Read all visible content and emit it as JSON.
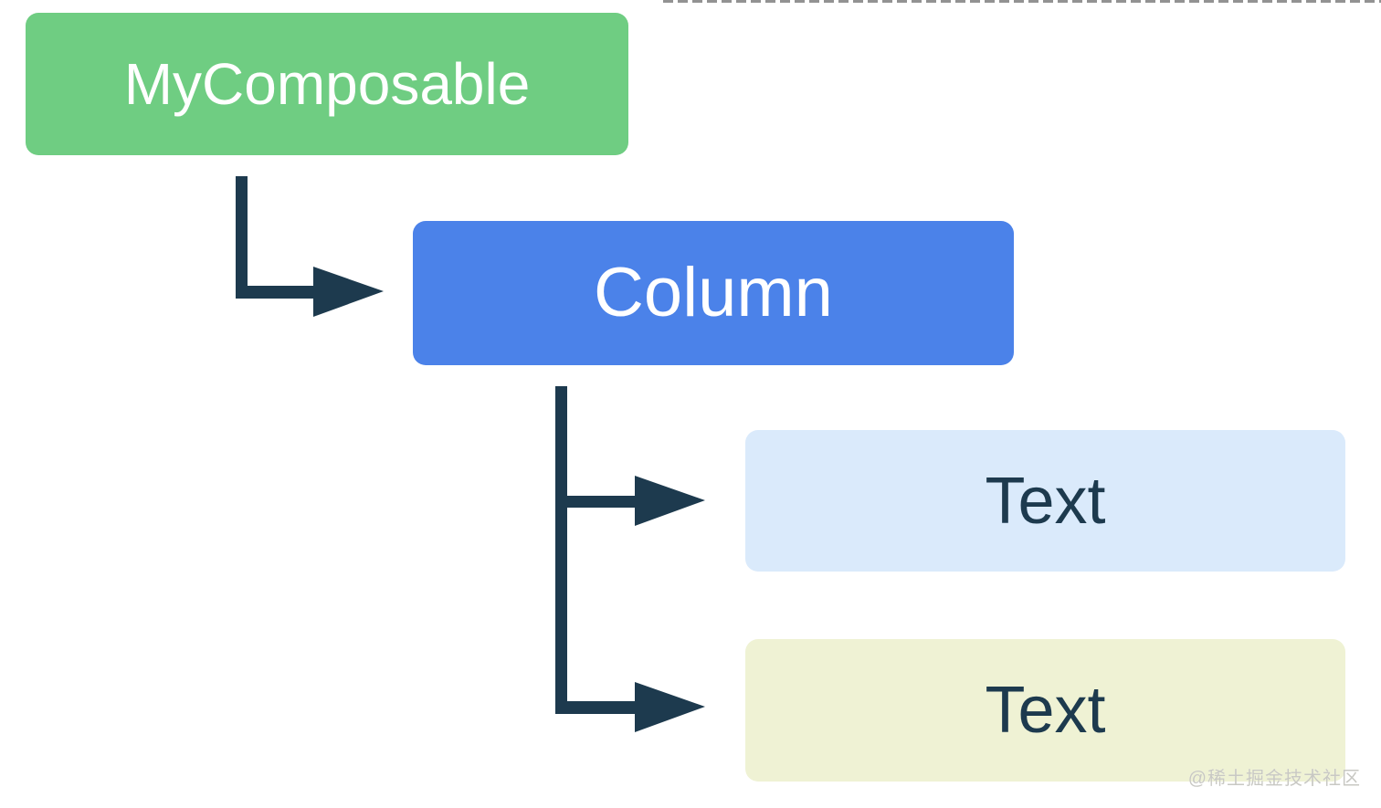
{
  "diagram": {
    "nodes": [
      {
        "id": "mycomposable",
        "label": "MyComposable",
        "bg": "#6fcd82",
        "text_color": "#ffffff"
      },
      {
        "id": "column",
        "label": "Column",
        "bg": "#4b82e9",
        "text_color": "#ffffff"
      },
      {
        "id": "text-1",
        "label": "Text",
        "bg": "#daeafb",
        "text_color": "#1d3a4e"
      },
      {
        "id": "text-2",
        "label": "Text",
        "bg": "#eff2d4",
        "text_color": "#1d3a4e"
      }
    ],
    "edges": [
      {
        "from": "mycomposable",
        "to": "column"
      },
      {
        "from": "column",
        "to": "text-1"
      },
      {
        "from": "column",
        "to": "text-2"
      }
    ],
    "arrow_color": "#1d3a4e"
  },
  "watermark": {
    "text": "@稀土掘金技术社区",
    "color": "#c8c8c3"
  }
}
